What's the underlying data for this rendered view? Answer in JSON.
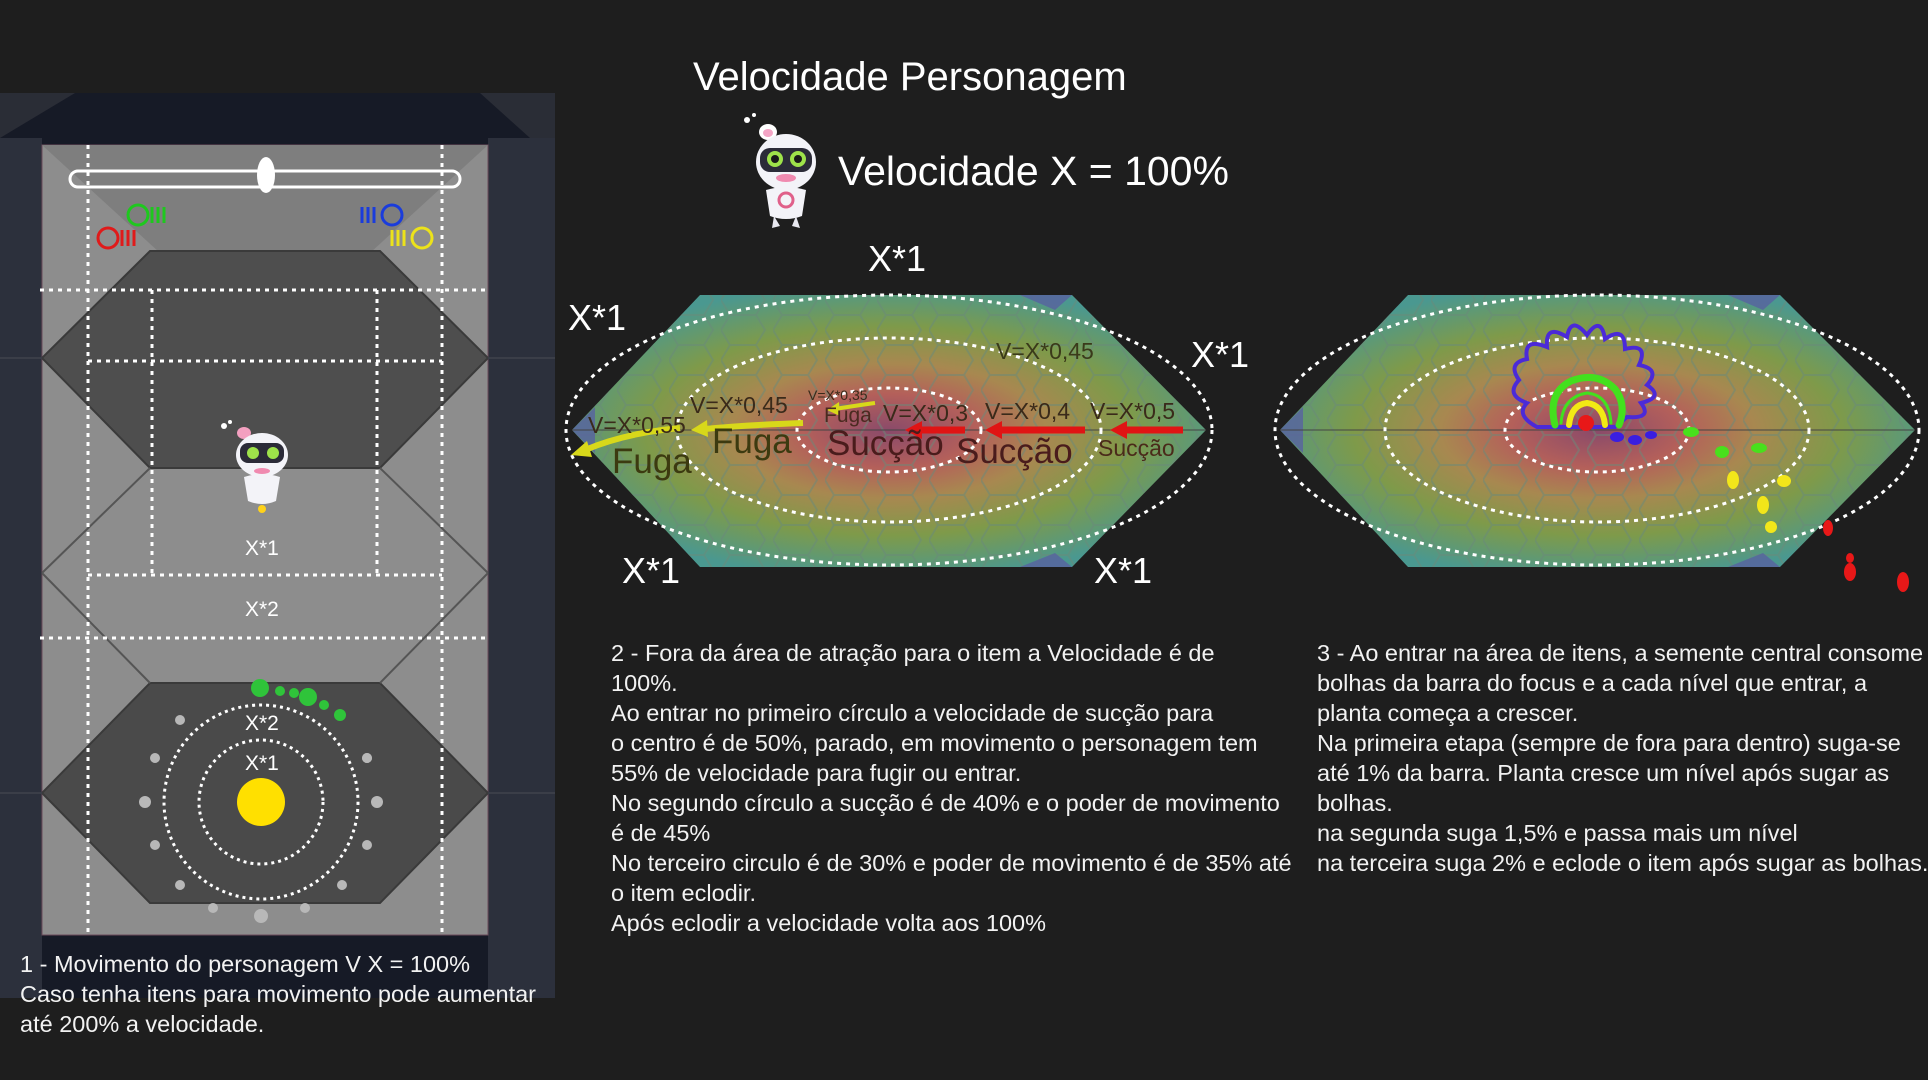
{
  "title": "Velocidade Personagem",
  "speed_label": "Velocidade X = 100%",
  "panel1": {
    "zone_labels": [
      "X*1",
      "X*2",
      "X*2",
      "X*1"
    ],
    "caption": [
      "1 - Movimento do personagem V X = 100%",
      "Caso tenha itens para movimento pode aumentar",
      "até 200% a velocidade."
    ]
  },
  "panel2": {
    "corner_labels": [
      "X*1",
      "X*1",
      "X*1",
      "X*1",
      "X*1"
    ],
    "speed_labels": [
      "V=X*0,55",
      "V=X*0,45",
      "V=X*0,35",
      "V=X*0,3",
      "V=X*0,4",
      "V=X*0,5",
      "V=X*0,45"
    ],
    "action_labels": [
      "Fuga",
      "Fuga",
      "Fuga",
      "Sucção",
      "Sucção",
      "Sucção"
    ],
    "description": [
      "2 - Fora da área de atração para o item a Velocidade é de",
      "100%.",
      "Ao entrar no primeiro círculo a velocidade de sucção para",
      "o centro é de 50%, parado, em movimento o personagem tem",
      "55% de velocidade para fugir ou entrar.",
      "No segundo círculo a sucção é de 40% e o poder de movimento",
      "é de 45%",
      "No terceiro circulo é de 30% e poder de movimento é de 35% até",
      "o item eclodir.",
      "Após eclodir a velocidade volta aos 100%"
    ]
  },
  "panel3": {
    "description": [
      "3 - Ao entrar na área de itens, a semente central consome",
      "bolhas da barra do focus e a cada nível que entrar, a",
      "planta começa a crescer.",
      "Na primeira etapa (sempre de fora para dentro) suga-se",
      "até 1% da barra. Planta cresce um nível após sugar as",
      "bolhas.",
      "na segunda suga 1,5% e passa mais um nível",
      "na terceira suga 2% e eclode o item após sugar as bolhas."
    ]
  },
  "colors": {
    "background": "#1e1e1e",
    "arena_floor": "#8a8a8a",
    "arena_dark": "#4a4a4a",
    "suction_arrow": "#e01414",
    "escape_arrow": "#d8d81a",
    "sun_item": "#ffe000",
    "plant_outer": "#4b2ad8",
    "plant_mid": "#43e01e",
    "plant_inner": "#f2ea14",
    "seed": "#e81818"
  },
  "icons": [
    "character-mascot-icon",
    "focus-bar-slider-icon",
    "player-marker-icon"
  ]
}
